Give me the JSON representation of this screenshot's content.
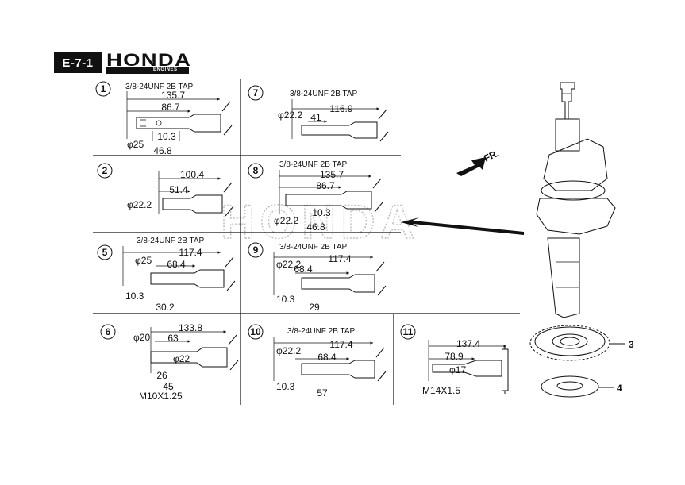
{
  "header": {
    "code": "E-7-1",
    "brand": "HONDA",
    "brand_sub": "ENGINES"
  },
  "watermark": "HONDA",
  "direction_label": "FR.",
  "callouts": {
    "gear": "3",
    "washer": "4"
  },
  "panels": [
    {
      "id": "1",
      "tap": "3/8-24UNF 2B TAP",
      "dims": [
        "135.7",
        "86.7",
        "10.3",
        "φ25",
        "46.8"
      ]
    },
    {
      "id": "2",
      "tap": "",
      "dims": [
        "100.4",
        "51.4",
        "φ22.2"
      ]
    },
    {
      "id": "5",
      "tap": "3/8-24UNF 2B TAP",
      "dims": [
        "117.4",
        "φ25",
        "68.4",
        "10.3",
        "30.2"
      ]
    },
    {
      "id": "6",
      "tap": "",
      "dims": [
        "133.8",
        "φ20",
        "63",
        "φ22",
        "26",
        "45",
        "M10X1.25"
      ]
    },
    {
      "id": "7",
      "tap": "3/8-24UNF 2B TAP",
      "dims": [
        "116.9",
        "φ22.2",
        "41"
      ]
    },
    {
      "id": "8",
      "tap": "3/8-24UNF 2B TAP",
      "dims": [
        "135.7",
        "86.7",
        "10.3",
        "φ22.2",
        "46.8"
      ]
    },
    {
      "id": "9",
      "tap": "3/8-24UNF 2B TAP",
      "dims": [
        "117.4",
        "φ22.2",
        "68.4",
        "10.3",
        "29"
      ]
    },
    {
      "id": "10",
      "tap": "3/8-24UNF 2B TAP",
      "dims": [
        "117.4",
        "φ22.2",
        "68.4",
        "10.3",
        "57"
      ]
    },
    {
      "id": "11",
      "tap": "",
      "dims": [
        "137.4",
        "78.9",
        "φ17",
        "M14X1.5"
      ]
    }
  ]
}
